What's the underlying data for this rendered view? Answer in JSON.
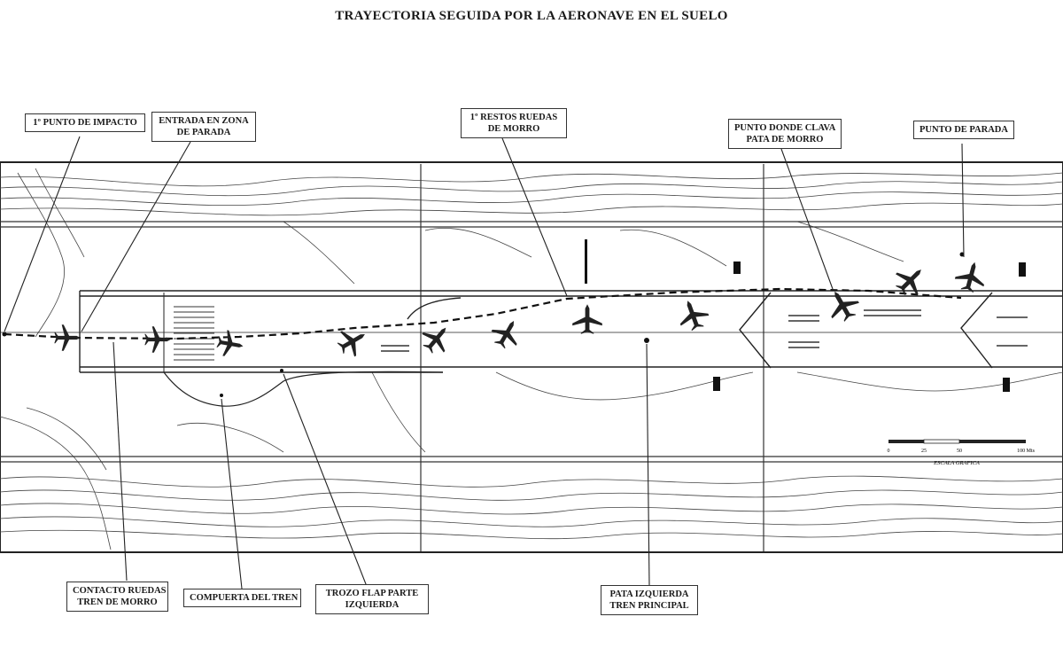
{
  "title": "TRAYECTORIA SEGUIDA POR LA AERONAVE EN EL SUELO",
  "labels": {
    "impacto": [
      "1º PUNTO DE IMPACTO"
    ],
    "entrada": [
      "ENTRADA EN ZONA",
      "DE PARADA"
    ],
    "restos": [
      "1º RESTOS RUEDAS",
      "DE MORRO"
    ],
    "clava": [
      "PUNTO DONDE CLAVA",
      "PATA DE MORRO"
    ],
    "parada": [
      "PUNTO DE PARADA"
    ],
    "contacto": [
      "CONTACTO RUEDAS",
      "TREN DE MORRO"
    ],
    "compuerta": [
      "COMPUERTA DEL TREN"
    ],
    "flap": [
      "TROZO FLAP PARTE",
      "IZQUIERDA"
    ],
    "pata": [
      "PATA IZQUIERDA",
      "TREN PRINCIPAL"
    ]
  },
  "scale": {
    "caption": "ESCALA GRAFICA",
    "ticks": [
      "0",
      "25",
      "50",
      "100 Mts"
    ]
  },
  "icons": {
    "aircraft": "aircraft-silhouette-icon",
    "debris": "debris-marker-icon"
  }
}
